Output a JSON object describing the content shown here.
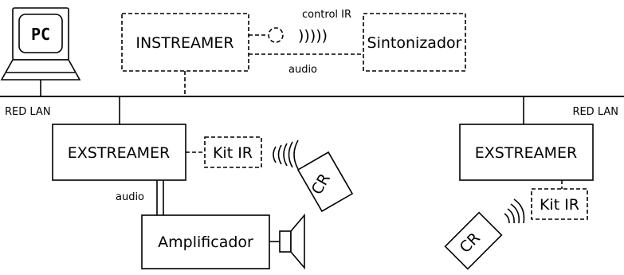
{
  "nodes": {
    "pc": "PC",
    "instreamer": "INSTREAMER",
    "sintonizador": "Sintonizador",
    "exstreamer_left": "EXSTREAMER",
    "exstreamer_right": "EXSTREAMER",
    "kit_ir_left": "Kit IR",
    "kit_ir_right": "Kit IR",
    "amplificador": "Amplificador",
    "remote_left": "CR",
    "remote_right": "CR"
  },
  "labels": {
    "control_ir": "control IR",
    "audio_top": "audio",
    "audio_left": "audio",
    "lan_left": "RED LAN",
    "lan_right": "RED LAN"
  },
  "ir_wave_glyph": ")))))"
}
